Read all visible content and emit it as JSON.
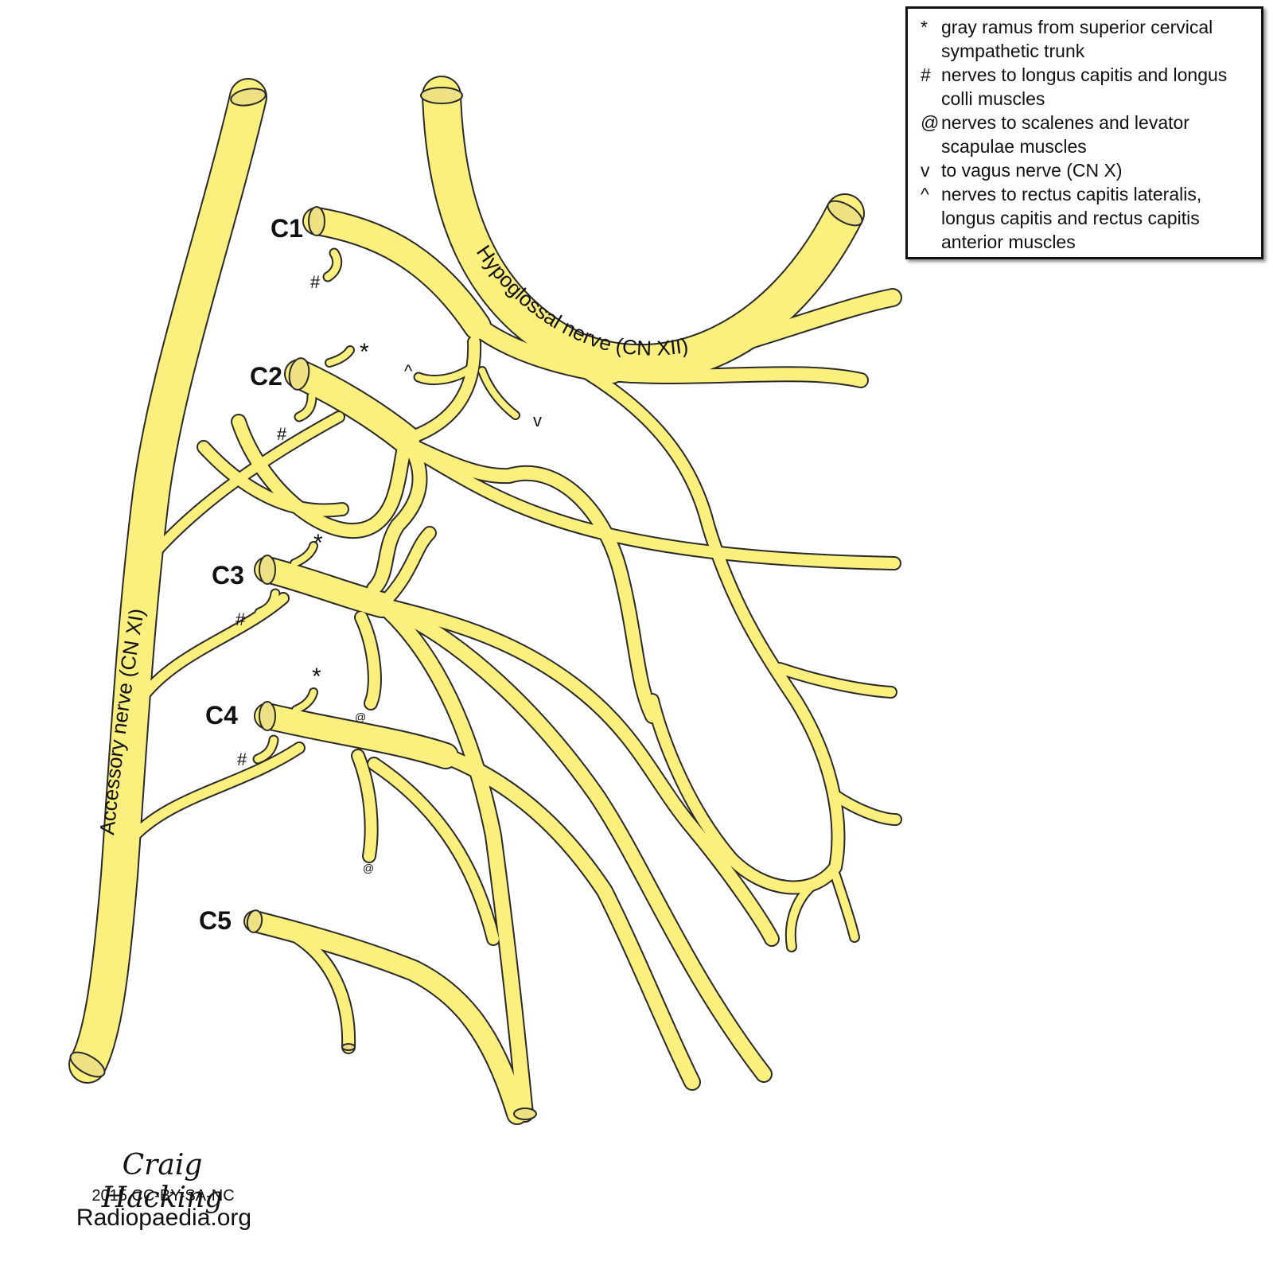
{
  "colors": {
    "nerve_fill": "#fbef7e",
    "nerve_outline": "#2a2a2a",
    "nerve_end": "#ede184"
  },
  "levels": {
    "c1": "C1",
    "c2": "C2",
    "c3": "C3",
    "c4": "C4",
    "c5": "C5"
  },
  "nerve_labels": {
    "hypoglossal": "Hypoglossal  nerve (CN XII)",
    "accessory": "Accessory nerve (CN XI)"
  },
  "markers": {
    "gray_ramus": "*",
    "longus": "#",
    "scalenes": "@",
    "vagus": "v",
    "rectus": "^"
  },
  "legend": {
    "items": [
      {
        "symbol": "*",
        "text": "gray ramus from superior cervical sympathetic trunk"
      },
      {
        "symbol": "#",
        "text": "nerves to longus capitis and longus colli muscles"
      },
      {
        "symbol": "@",
        "text": "nerves to scalenes and levator scapulae muscles"
      },
      {
        "symbol": "v",
        "text": "to vagus nerve (CN X)"
      },
      {
        "symbol": "^",
        "text": "nerves to rectus capitis lateralis, longus capitis and rectus capitis anterior muscles"
      }
    ]
  },
  "credit": {
    "author": "Craig Hacking",
    "license": "2015 CC-BY-SA-NC",
    "site": "Radiopaedia.org"
  }
}
